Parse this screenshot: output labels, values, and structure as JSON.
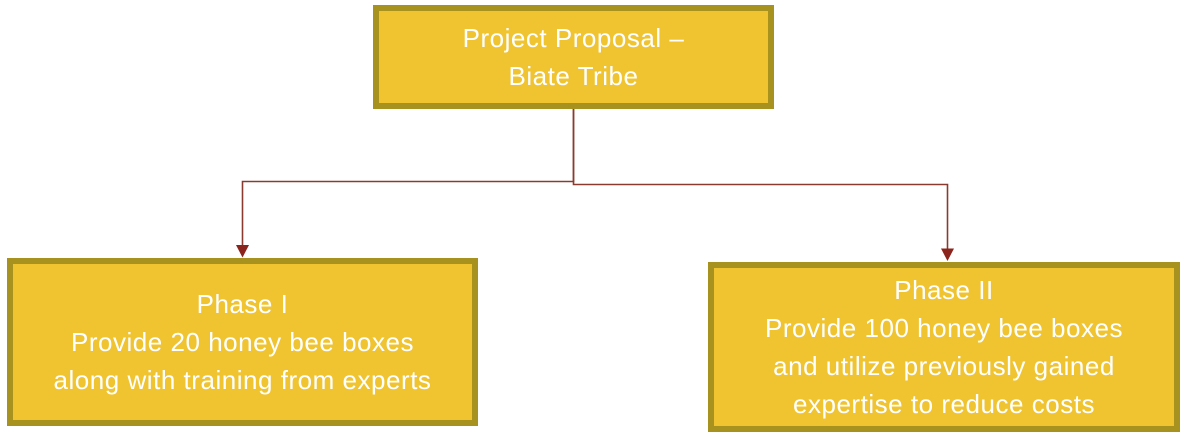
{
  "page": {
    "background": "#FFFFFF"
  },
  "colors": {
    "page_bg": "#FFFFFF",
    "node_fill": "#EFC430",
    "node_border": "#A8921F",
    "node_text": "#FFFFFF",
    "connector_line": "#8B3A2F",
    "connector_arrow": "#8B241C"
  },
  "diagram": {
    "type": "flowchart",
    "root_node": {
      "lines": [
        "Project Proposal –",
        "Biate Tribe"
      ]
    },
    "phase1_node": {
      "lines": [
        "Phase I",
        "Provide 20 honey bee boxes",
        "along with training from experts"
      ]
    },
    "phase2_node": {
      "lines": [
        "Phase II",
        "Provide 100 honey bee boxes",
        "and utilize previously gained",
        "expertise to reduce costs"
      ]
    }
  }
}
